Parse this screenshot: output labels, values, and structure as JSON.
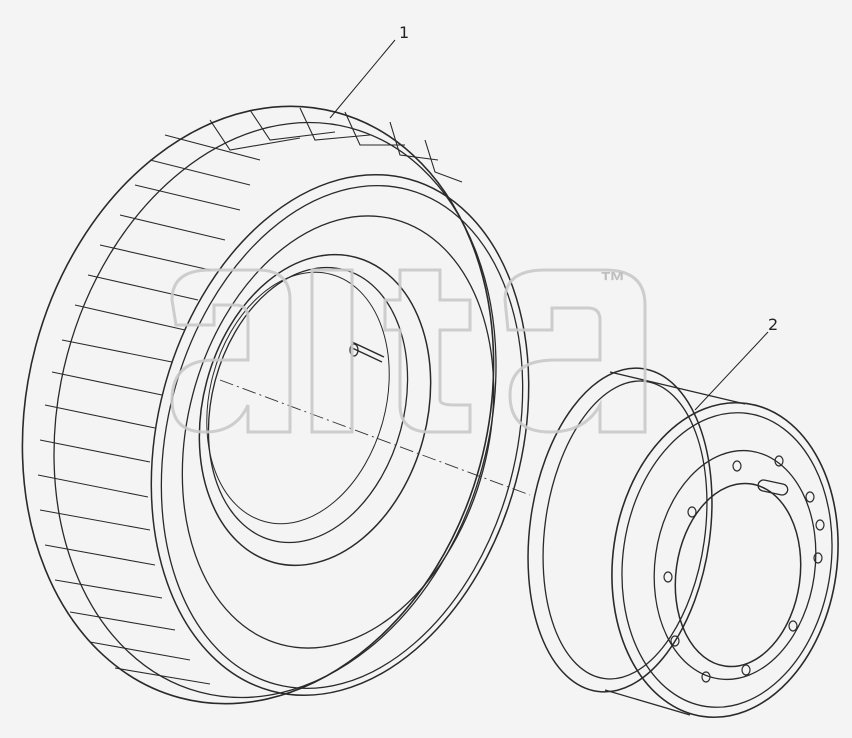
{
  "diagram": {
    "callouts": [
      {
        "id": "tire",
        "number": "1"
      },
      {
        "id": "rim",
        "number": "2"
      }
    ],
    "watermark": {
      "logo_text": "alta",
      "trademark": "™"
    },
    "colors": {
      "background": "#f4f4f4",
      "line": "#2a2a2a",
      "watermark": "#c9c9c9"
    }
  }
}
